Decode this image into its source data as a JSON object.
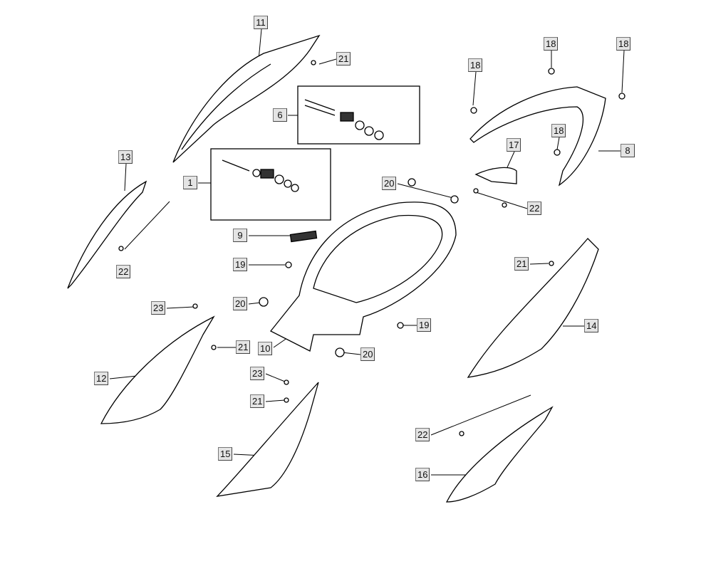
{
  "diagram": {
    "callouts": [
      {
        "id": "11"
      },
      {
        "id": "21"
      },
      {
        "id": "6"
      },
      {
        "id": "1"
      },
      {
        "id": "13"
      },
      {
        "id": "22"
      },
      {
        "id": "9"
      },
      {
        "id": "19"
      },
      {
        "id": "20"
      },
      {
        "id": "23"
      },
      {
        "id": "21"
      },
      {
        "id": "10"
      },
      {
        "id": "12"
      },
      {
        "id": "23"
      },
      {
        "id": "21"
      },
      {
        "id": "15"
      },
      {
        "id": "20"
      },
      {
        "id": "18"
      },
      {
        "id": "18"
      },
      {
        "id": "18"
      },
      {
        "id": "18"
      },
      {
        "id": "17"
      },
      {
        "id": "8"
      },
      {
        "id": "22"
      },
      {
        "id": "21"
      },
      {
        "id": "14"
      },
      {
        "id": "19"
      },
      {
        "id": "20"
      },
      {
        "id": "22"
      },
      {
        "id": "16"
      }
    ]
  }
}
